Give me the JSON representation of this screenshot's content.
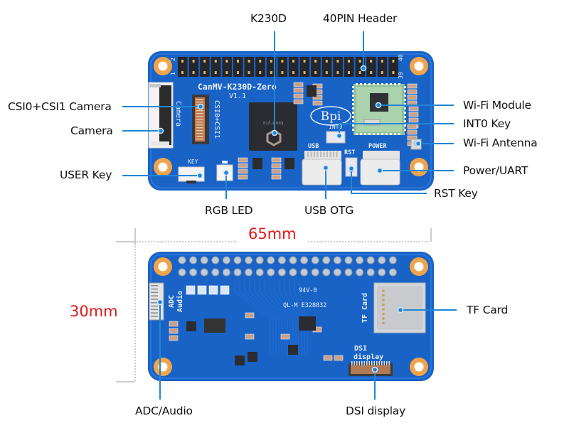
{
  "colors": {
    "board": "#1a63c6",
    "board_dark": "#124ea5",
    "callout": "#1f86d6",
    "dimension_text": "#e01818",
    "pad": "#f0a54a",
    "silkscreen": "#e9f1ff"
  },
  "top_view": {
    "board_silkscreen": {
      "title": "CanMV-K230D-Zero",
      "version": "V1.1",
      "csi_marking": "CSI0+CSI1",
      "camera_marking": "Camera",
      "key_marking": "KEY",
      "int0_marking": "INT0",
      "rst_marking": "RST",
      "usb_marking": "USB",
      "power_marking": "POWER",
      "logo": "Bpi",
      "chip_text": "Kendryte",
      "pin_1": "1",
      "pin_2": "2",
      "pin_39": "39",
      "pin_40": "40"
    },
    "callouts": [
      {
        "id": "k230d",
        "label": "K230D"
      },
      {
        "id": "header-40pin",
        "label": "40PIN Header"
      },
      {
        "id": "csi-camera",
        "label": "CSI0+CSI1 Camera"
      },
      {
        "id": "camera",
        "label": "Camera"
      },
      {
        "id": "user-key",
        "label": "USER Key"
      },
      {
        "id": "rgb-led",
        "label": "RGB LED"
      },
      {
        "id": "usb-otg",
        "label": "USB OTG"
      },
      {
        "id": "rst-key",
        "label": "RST Key"
      },
      {
        "id": "wifi-module",
        "label": "Wi-Fi Module"
      },
      {
        "id": "int0-key",
        "label": "INT0 Key"
      },
      {
        "id": "wifi-antenna",
        "label": "Wi-Fi Antenna"
      },
      {
        "id": "power-uart",
        "label": "Power/UART"
      }
    ]
  },
  "bottom_view": {
    "board_silkscreen": {
      "adc_marking": "ADC",
      "audio_marking": "Audio",
      "tf_marking": "TF Card",
      "dsi_marking_1": "DSI",
      "dsi_marking_2": "display",
      "cert_1": "94V-0",
      "cert_2": "QL-M E328832"
    },
    "callouts": [
      {
        "id": "tf-card",
        "label": "TF Card"
      },
      {
        "id": "adc-audio",
        "label": "ADC/Audio"
      },
      {
        "id": "dsi-display",
        "label": "DSI display"
      }
    ]
  },
  "dimensions": {
    "width": "65mm",
    "height": "30mm"
  }
}
